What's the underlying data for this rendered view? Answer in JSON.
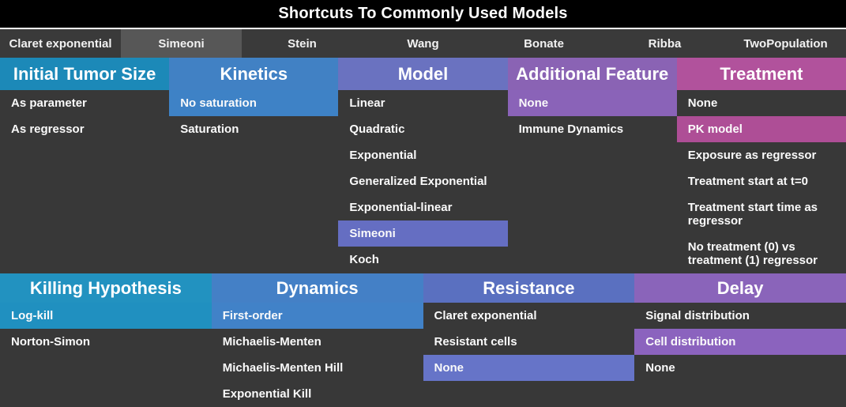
{
  "title": "Shortcuts To Commonly Used Models",
  "colors": {
    "background": "#383838",
    "title_bg": "#000000",
    "title_text": "#ffffff",
    "tab_bar_bg": "#3a3a3a",
    "tab_selected_bg": "#575757",
    "text": "#ffffff"
  },
  "tabs": [
    {
      "label": "Claret exponential",
      "selected": false
    },
    {
      "label": "Simeoni",
      "selected": true
    },
    {
      "label": "Stein",
      "selected": false
    },
    {
      "label": "Wang",
      "selected": false
    },
    {
      "label": "Bonate",
      "selected": false
    },
    {
      "label": "Ribba",
      "selected": false
    },
    {
      "label": "TwoPopulation",
      "selected": false
    }
  ],
  "sections": {
    "top": [
      {
        "header": "Initial Tumor Size",
        "header_color": "#1c89b8",
        "highlight_color": "#1f8cbc",
        "items": [
          {
            "label": "As parameter",
            "selected": false
          },
          {
            "label": "As regressor",
            "selected": false
          }
        ]
      },
      {
        "header": "Kinetics",
        "header_color": "#4181c4",
        "highlight_color": "#3e82c6",
        "items": [
          {
            "label": "No saturation",
            "selected": true
          },
          {
            "label": "Saturation",
            "selected": false
          }
        ]
      },
      {
        "header": "Model",
        "header_color": "#6a72c0",
        "highlight_color": "#656ec2",
        "items": [
          {
            "label": "Linear",
            "selected": false
          },
          {
            "label": "Quadratic",
            "selected": false
          },
          {
            "label": "Exponential",
            "selected": false
          },
          {
            "label": "Generalized Exponential",
            "selected": false
          },
          {
            "label": "Exponential-linear",
            "selected": false
          },
          {
            "label": "Simeoni",
            "selected": true
          },
          {
            "label": "Koch",
            "selected": false
          }
        ]
      },
      {
        "header": "Additional Feature",
        "header_color": "#8a63b4",
        "highlight_color": "#8a63b8",
        "items": [
          {
            "label": "None",
            "selected": true
          },
          {
            "label": "Immune Dynamics",
            "selected": false
          }
        ]
      },
      {
        "header": "Treatment",
        "header_color": "#b1529c",
        "highlight_color": "#ae4e96",
        "items": [
          {
            "label": "None",
            "selected": false
          },
          {
            "label": "PK model",
            "selected": true
          },
          {
            "label": "Exposure as regressor",
            "selected": false
          },
          {
            "label": "Treatment start at t=0",
            "selected": false
          },
          {
            "label": "Treatment start time as regressor",
            "selected": false
          },
          {
            "label": "No treatment (0) vs treatment (1) regressor",
            "selected": false
          }
        ]
      }
    ],
    "bottom": [
      {
        "header": "Killing Hypothesis",
        "header_color": "#2292c0",
        "highlight_color": "#2090c0",
        "items": [
          {
            "label": "Log-kill",
            "selected": true
          },
          {
            "label": "Norton-Simon",
            "selected": false
          }
        ]
      },
      {
        "header": "Dynamics",
        "header_color": "#4480c6",
        "highlight_color": "#4182c8",
        "items": [
          {
            "label": "First-order",
            "selected": true
          },
          {
            "label": "Michaelis-Menten",
            "selected": false
          },
          {
            "label": "Michaelis-Menten Hill",
            "selected": false
          },
          {
            "label": "Exponential Kill",
            "selected": false
          }
        ]
      },
      {
        "header": "Resistance",
        "header_color": "#5a70c0",
        "highlight_color": "#6674c8",
        "items": [
          {
            "label": "Claret exponential",
            "selected": false
          },
          {
            "label": "Resistant cells",
            "selected": false
          },
          {
            "label": "None",
            "selected": true
          }
        ]
      },
      {
        "header": "Delay",
        "header_color": "#8a64ba",
        "highlight_color": "#8b63be",
        "items": [
          {
            "label": "Signal distribution",
            "selected": false
          },
          {
            "label": "Cell distribution",
            "selected": true
          },
          {
            "label": "None",
            "selected": false
          }
        ]
      }
    ]
  }
}
